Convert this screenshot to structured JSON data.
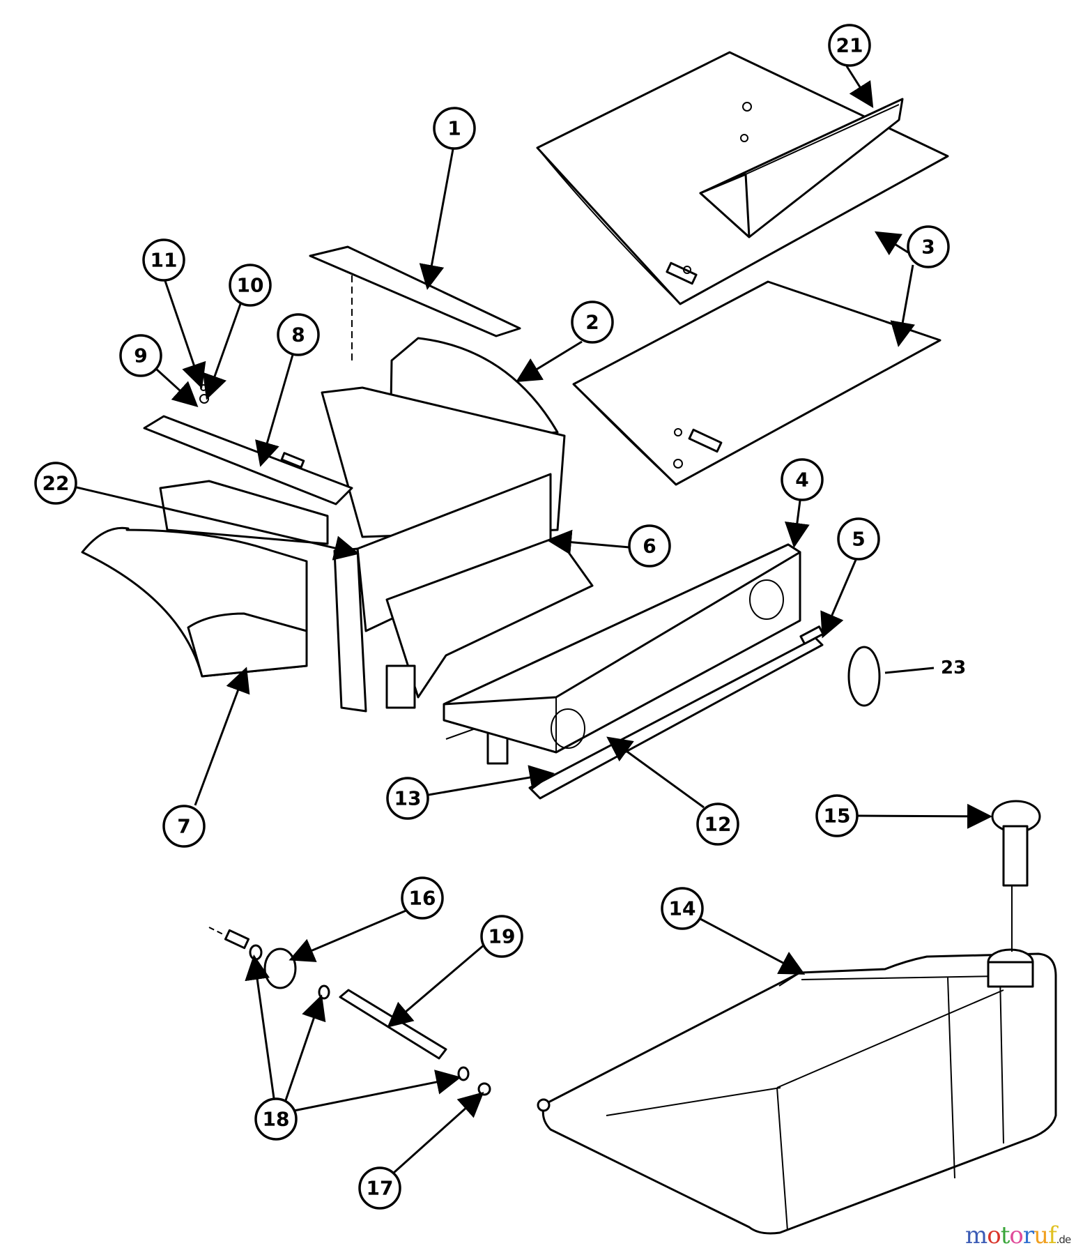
{
  "diagram": {
    "callouts": [
      "1",
      "2",
      "3",
      "4",
      "5",
      "6",
      "7",
      "8",
      "9",
      "10",
      "11",
      "12",
      "13",
      "14",
      "15",
      "16",
      "17",
      "18",
      "19",
      "21",
      "22",
      "23"
    ]
  },
  "watermark": {
    "letters": [
      "m",
      "o",
      "t",
      "o",
      "r",
      "u",
      "f"
    ],
    "tld": ".de",
    "colors": [
      "#3b5bb5",
      "#d9352b",
      "#3aa63a",
      "#e04b9a",
      "#2f6fd0",
      "#f0a020",
      "#e0c020"
    ]
  }
}
